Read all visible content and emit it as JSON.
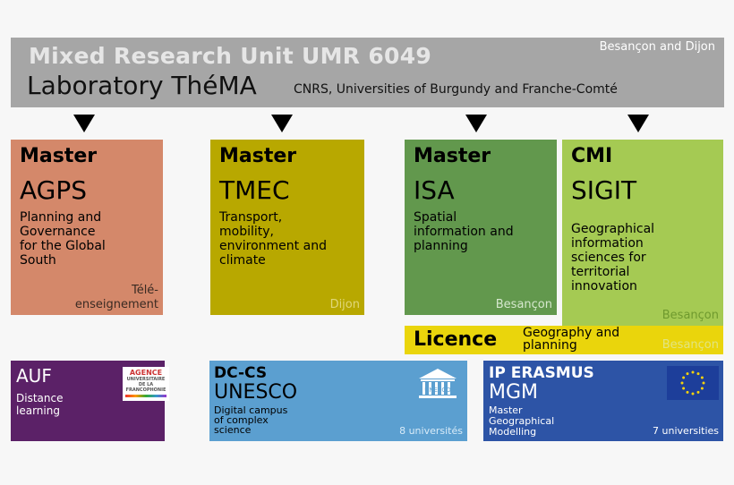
{
  "header": {
    "unit": "Mixed Research Unit UMR 6049",
    "lab": "Laboratory ThéMA",
    "affiliation": "CNRS, Universities of Burgundy and Franche-Comté",
    "location": "Besançon and Dijon"
  },
  "programs": {
    "agps": {
      "kind": "Master",
      "code": "AGPS",
      "desc": [
        "Planning and",
        "Governance",
        "for the Global",
        "South"
      ],
      "place": [
        "Télé-",
        "enseignement"
      ]
    },
    "tmec": {
      "kind": "Master",
      "code": "TMEC",
      "desc": [
        "Transport,",
        "mobility,",
        "environment and",
        "climate"
      ],
      "place": [
        "Dijon"
      ]
    },
    "isa": {
      "kind": "Master",
      "code": "ISA",
      "desc": [
        "Spatial",
        "information and",
        "planning"
      ],
      "place": [
        "Besançon"
      ]
    },
    "cmi": {
      "kind": "CMI",
      "code": "SIGIT",
      "desc": [
        "Geographical",
        "information",
        "sciences for",
        "territorial",
        "innovation"
      ],
      "place": [
        "Besançon"
      ]
    },
    "licence": {
      "kind": "Licence",
      "desc": [
        "Geography and",
        "planning"
      ],
      "place": [
        "Besançon"
      ]
    }
  },
  "partners": {
    "auf": {
      "kind": "AUF",
      "desc": [
        "Distance",
        "learning"
      ],
      "logo": [
        "AGENCE",
        "UNIVERSITAIRE",
        "DE LA FRANCOPHONIE"
      ]
    },
    "dccs": {
      "kind": "DC-CS",
      "code": "UNESCO",
      "desc": [
        "Digital campus",
        "of complex",
        "science"
      ],
      "place": "8 universités",
      "logo": "UNESCO"
    },
    "erasmus": {
      "kind": "IP ERASMUS",
      "code": "MGM",
      "desc": [
        "Master",
        "Geographical",
        "Modelling"
      ],
      "place": "7 universities"
    }
  },
  "colors": {
    "header": "#a6a6a6",
    "agps": "#d4886a",
    "tmec": "#b8a800",
    "isa": "#62984d",
    "cmi": "#a5ca53",
    "licence": "#ead50c",
    "auf": "#5b2167",
    "dccs": "#5b9fd0",
    "erasmus": "#2d54a6"
  }
}
